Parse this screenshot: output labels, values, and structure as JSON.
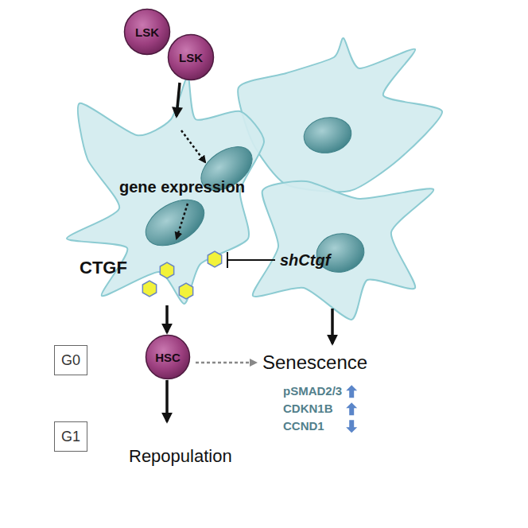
{
  "diagram": {
    "nodes": [
      {
        "text": [
          "LSK"
        ]
      },
      {
        "text": [
          "LSK"
        ]
      },
      {
        "text": [
          "G0"
        ]
      },
      {
        "text": [
          "HSC"
        ]
      },
      {
        "text": [
          "G1"
        ]
      }
    ],
    "labels": [
      "gene expression",
      "CTGF",
      "shCtgf",
      "Senescence",
      "pSMAD2/3",
      "CDKN1B",
      "CCND1",
      "Repopulation"
    ]
  }
}
